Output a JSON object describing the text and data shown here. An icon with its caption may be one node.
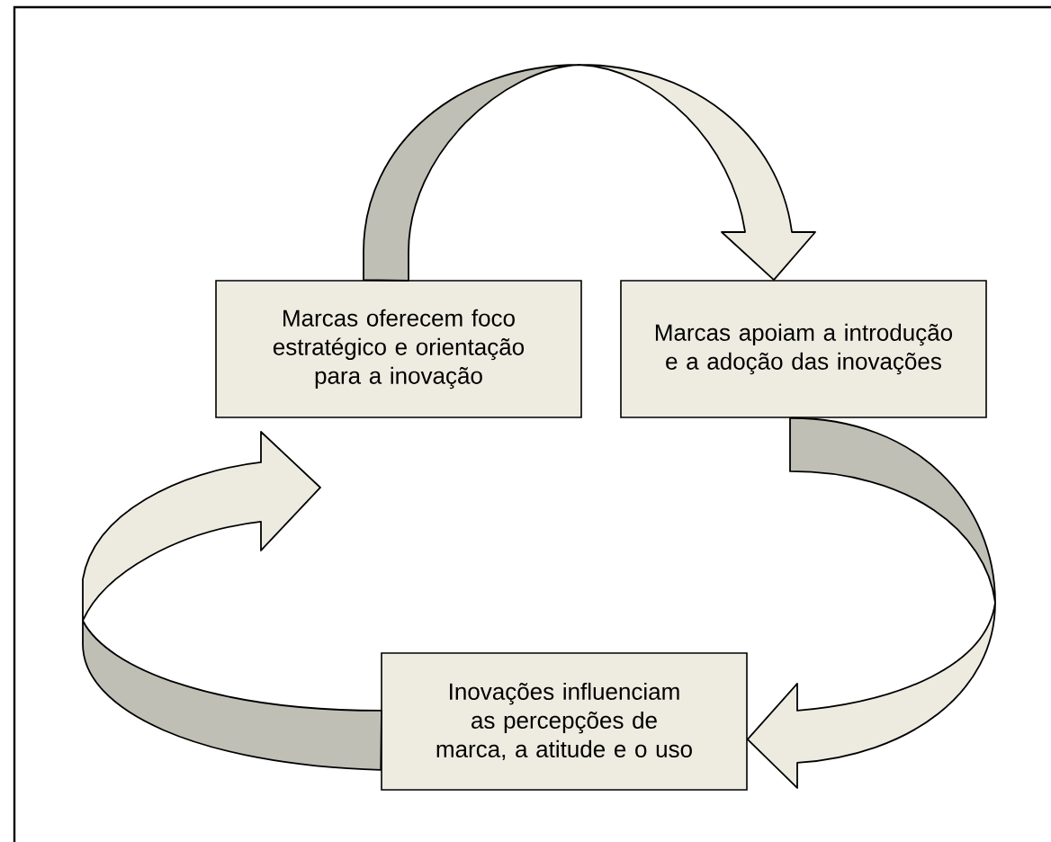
{
  "diagram": {
    "nodes": [
      {
        "text": [
          "Marcas oferecem foco estratégico e orientação para a inovação"
        ]
      },
      {
        "text": [
          "Marcas apoiam a introdução e a adoção das inovações"
        ]
      },
      {
        "text": [
          "Inovações influenciam as percepções de marca, a atitude e o uso"
        ]
      }
    ],
    "edges": [
      {
        "from": 0,
        "to": 1,
        "arrow": "to"
      },
      {
        "from": 1,
        "to": 2,
        "arrow": "to"
      },
      {
        "from": 2,
        "to": 0,
        "arrow": "to"
      }
    ]
  }
}
